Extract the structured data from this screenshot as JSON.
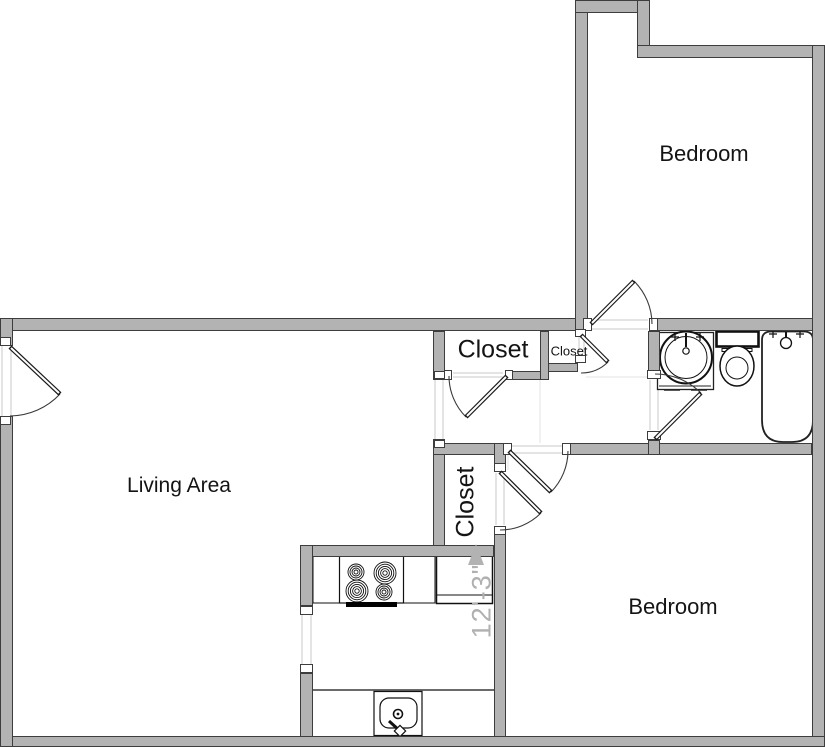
{
  "floor_plan": {
    "labels": {
      "bedroom_top": "Bedroom",
      "living_area": "Living Area",
      "closet_hall": "Closet",
      "closet_small": "Closet",
      "closet_bedroom": "Closet",
      "bedroom_bottom": "Bedroom",
      "dimension_width": "12'-3\""
    },
    "fixtures": [
      "bathroom-vanity-sink",
      "toilet",
      "bathtub",
      "stove-cooktop",
      "refrigerator",
      "kitchen-counter",
      "kitchen-sink"
    ],
    "colors": {
      "wall_fill": "#b3b3b3",
      "wall_edge": "#3d3d3d",
      "line": "#1a1a1a",
      "dimension": "#b0b0b0",
      "floor": "#ffffff"
    }
  }
}
